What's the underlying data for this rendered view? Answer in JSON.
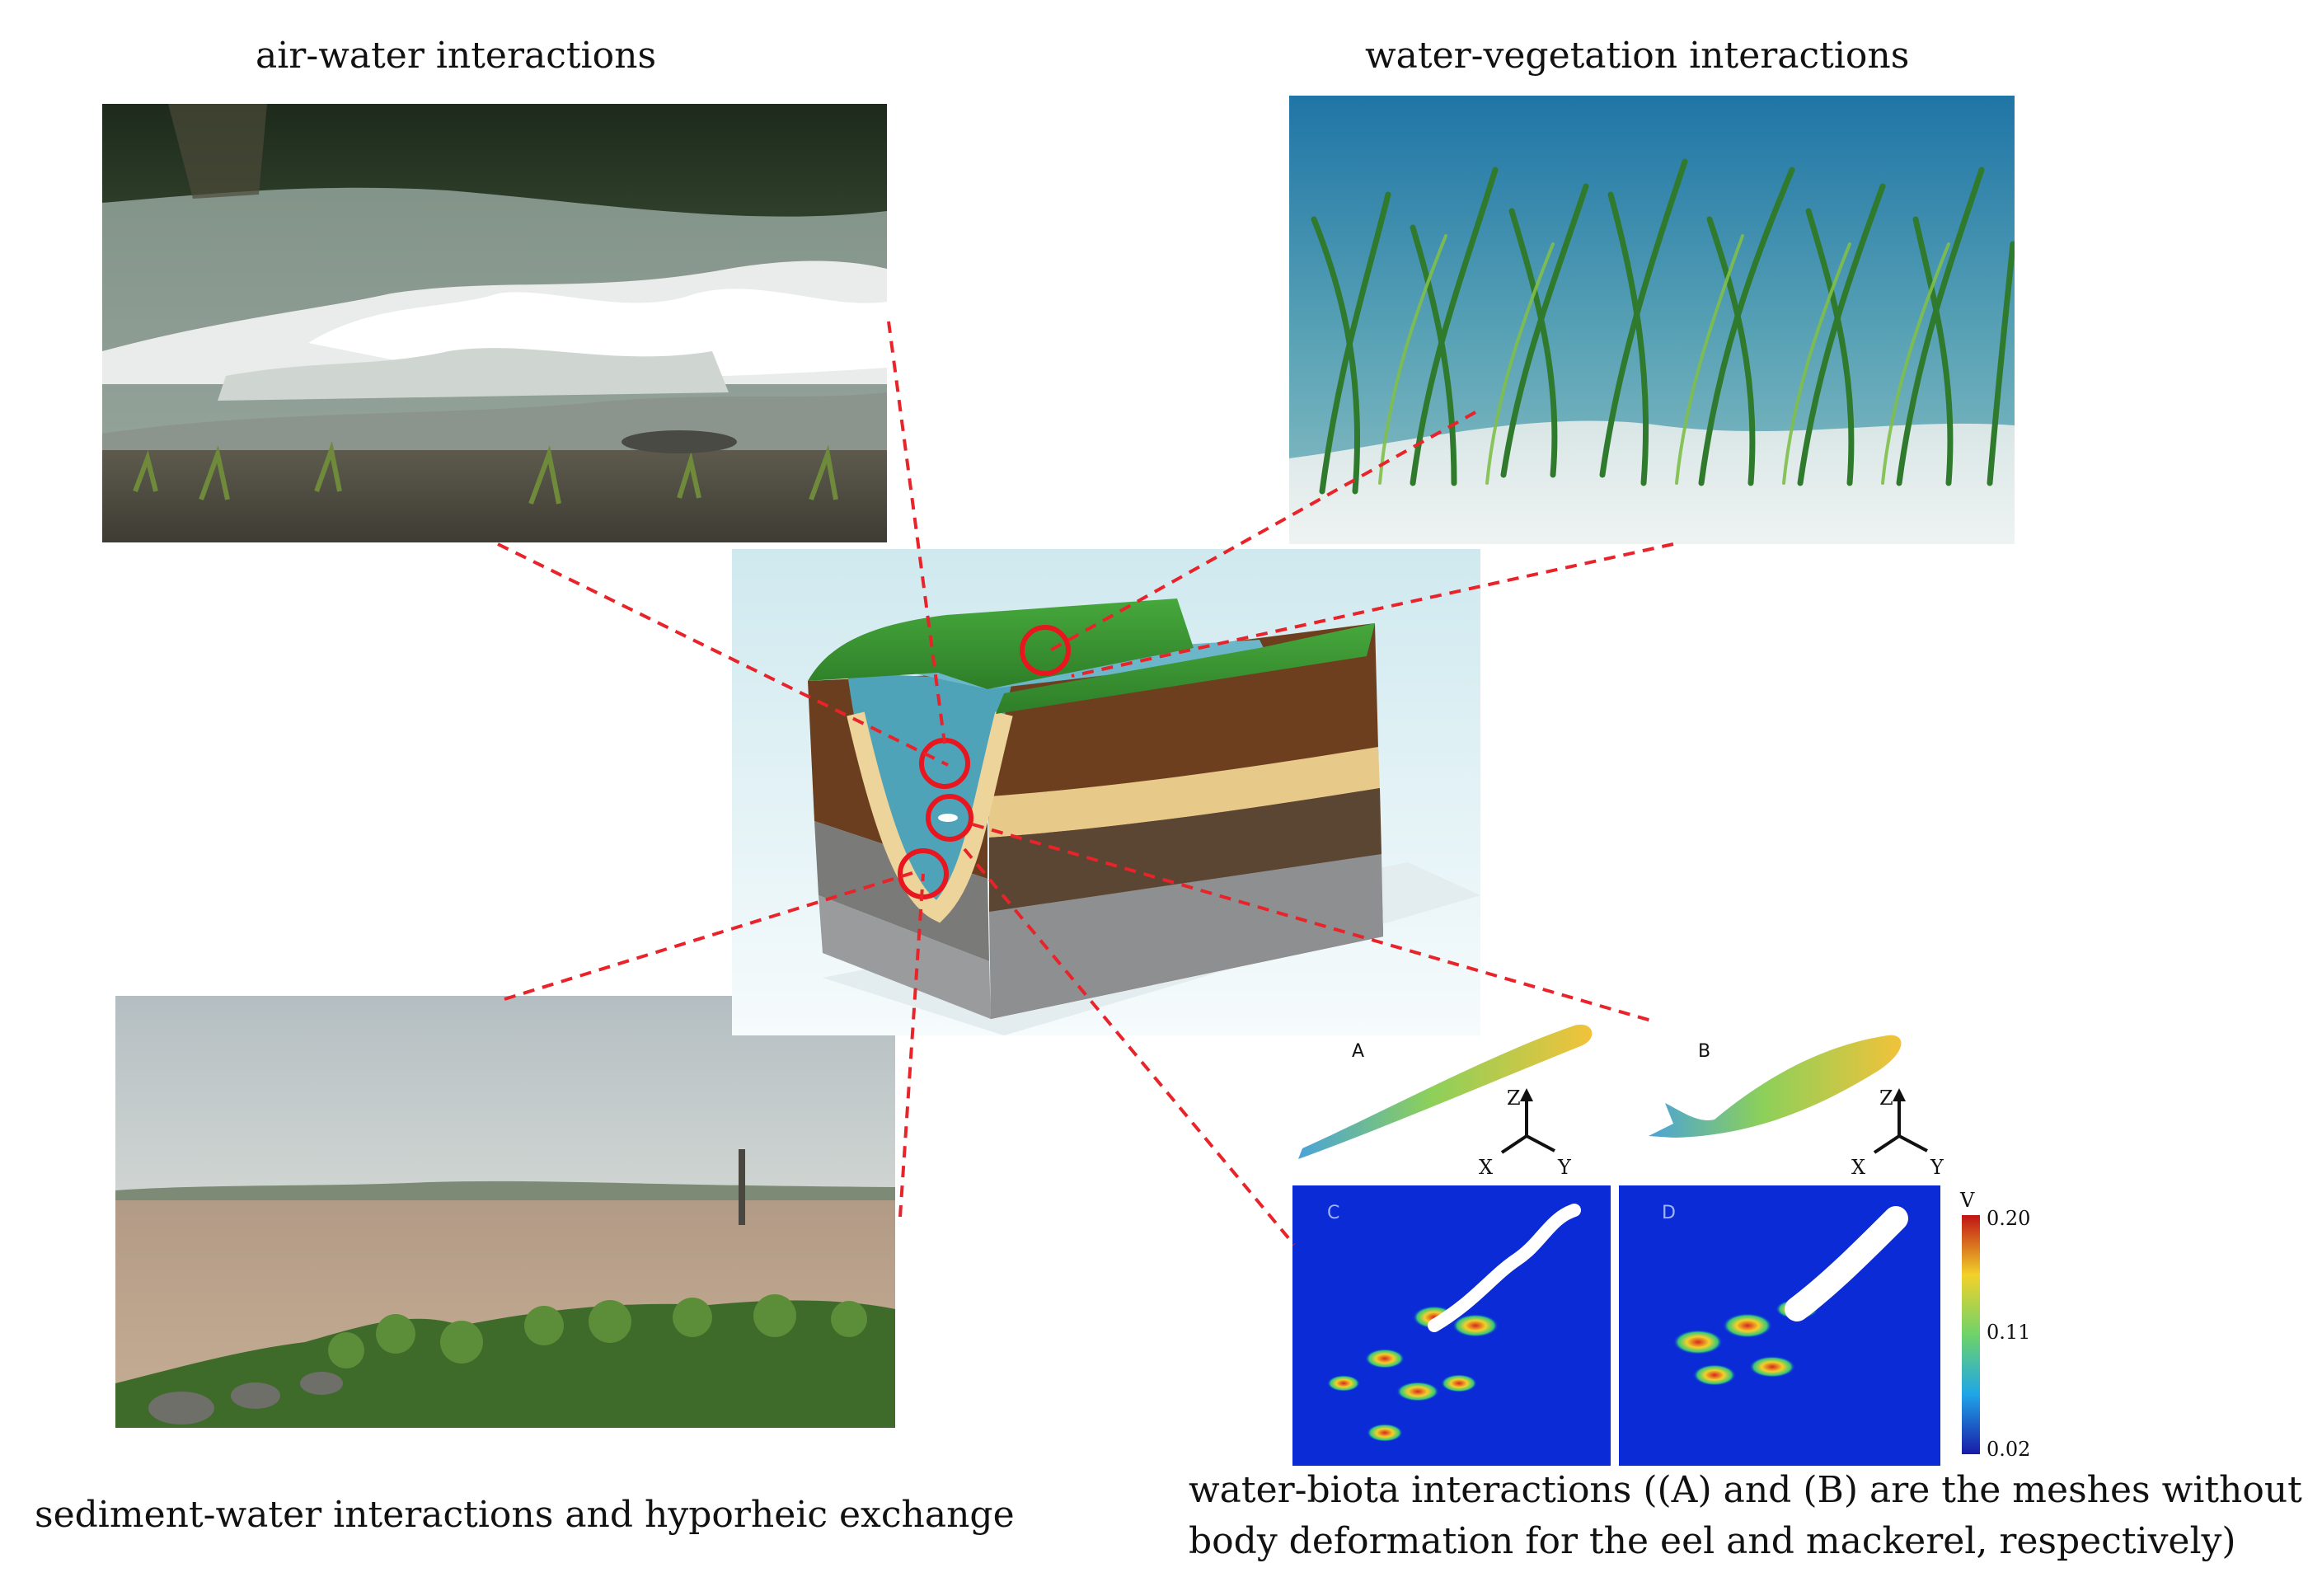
{
  "panels": {
    "air_water": {
      "caption": "air-water interactions"
    },
    "water_vegetation": {
      "caption": "water-vegetation interactions"
    },
    "sediment_water": {
      "caption": "sediment-water interactions and hyporheic exchange"
    },
    "water_biota": {
      "caption_line1": "water-biota interactions ((A) and (B) are the meshes without",
      "caption_line2": "body deformation for the eel and mackerel, respectively)",
      "mesh_a_label": "A",
      "mesh_b_label": "B",
      "field_c_label": "C",
      "field_d_label": "D",
      "axis_z": "Z",
      "axis_x": "X",
      "axis_y": "Y",
      "colorbar": {
        "title": "V",
        "max_label": "0.20",
        "mid_label": "0.11",
        "min_label": "0.02"
      }
    }
  },
  "colors": {
    "connector": "#e8232a",
    "highlight_circle": "#e8161f",
    "field_background": "#0b2bd6"
  }
}
